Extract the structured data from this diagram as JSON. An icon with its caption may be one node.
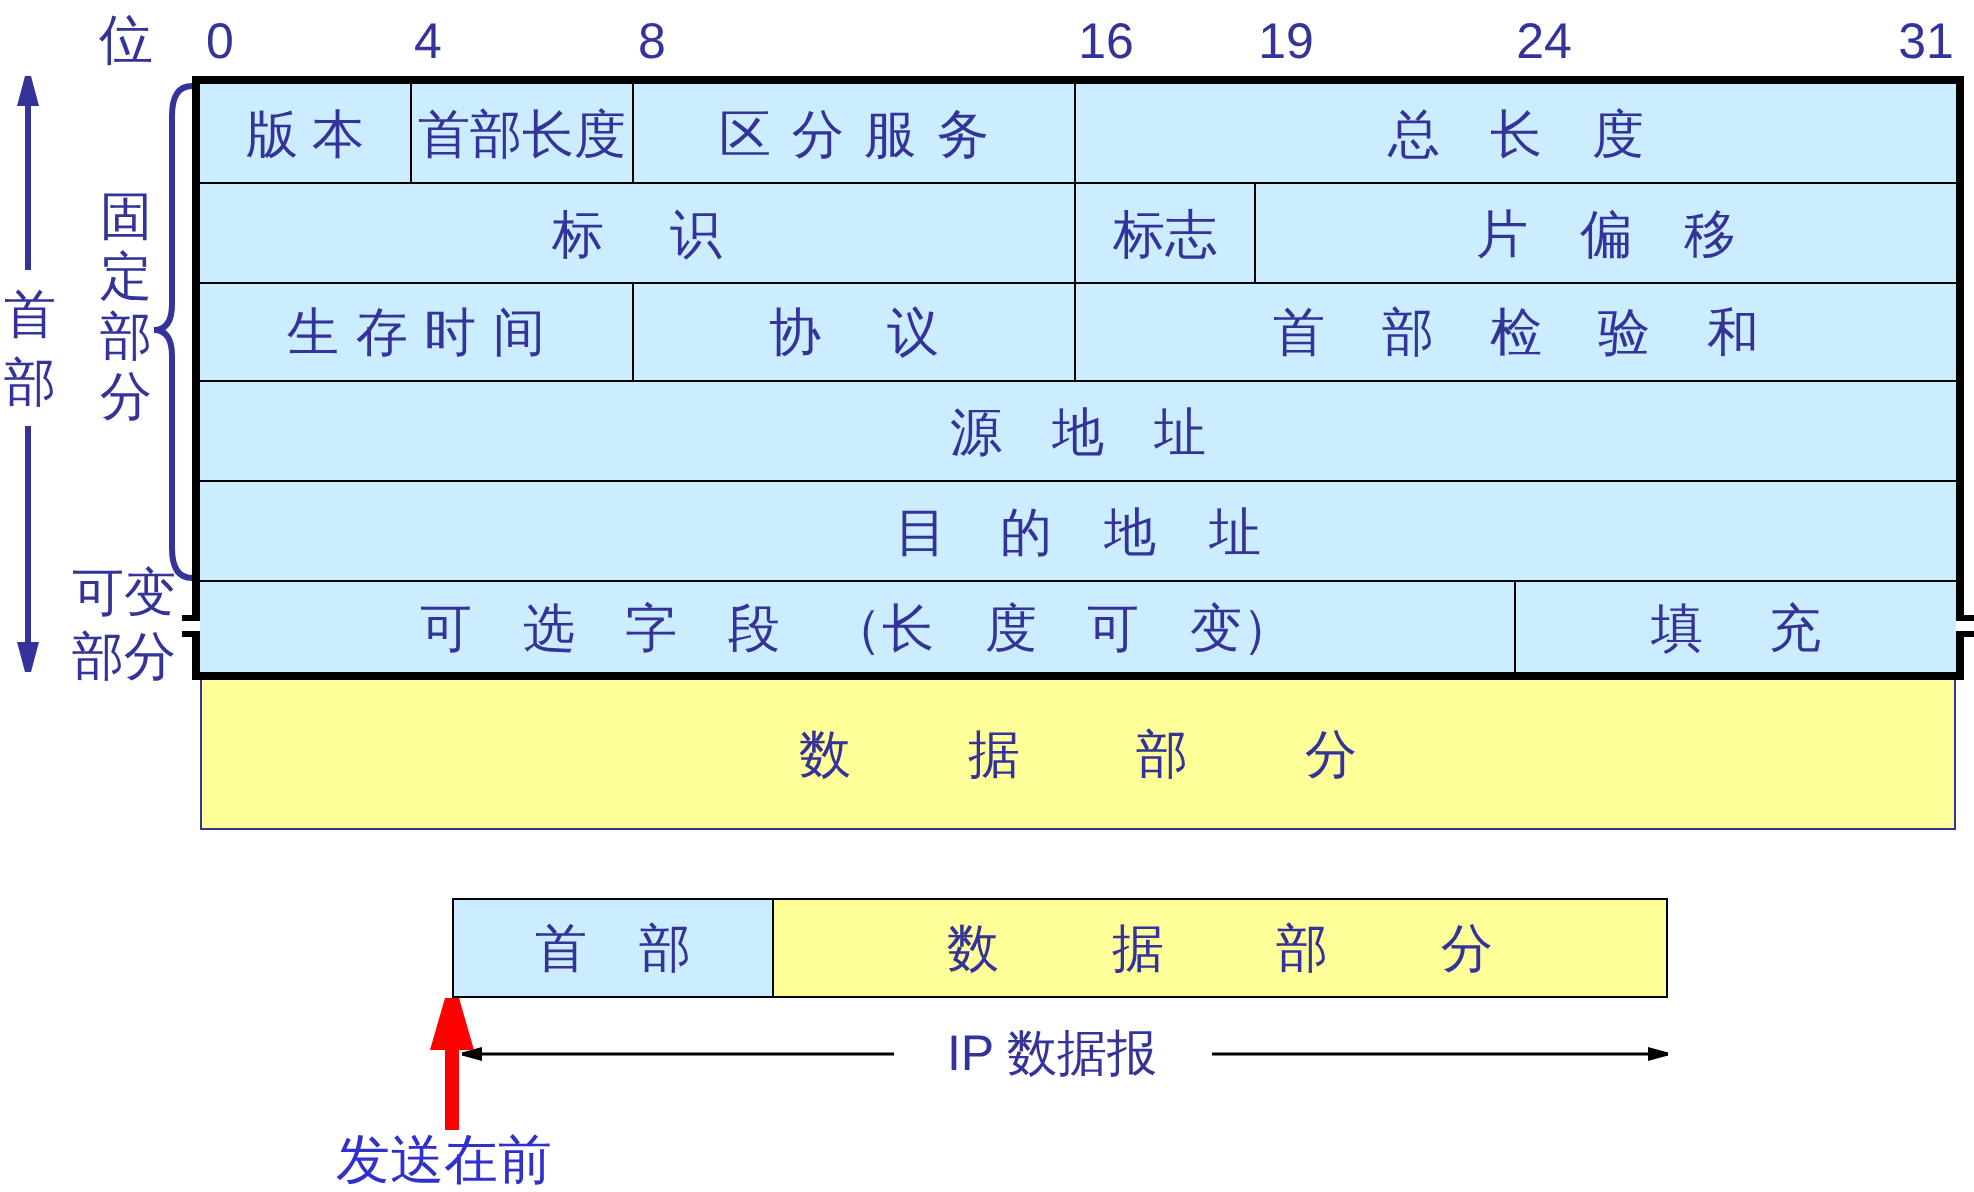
{
  "diagram": {
    "nodes": [
      {
        "text": [
          "版 本"
        ]
      },
      {
        "text": [
          "首部长度"
        ]
      },
      {
        "text": [
          "区 分 服 务"
        ]
      },
      {
        "text": [
          "总 长 度"
        ]
      },
      {
        "text": [
          "标 识"
        ]
      },
      {
        "text": [
          "标志"
        ]
      },
      {
        "text": [
          "片 偏 移"
        ]
      },
      {
        "text": [
          "生 存 时 间"
        ]
      },
      {
        "text": [
          "协 议"
        ]
      },
      {
        "text": [
          "首 部 检 验 和"
        ]
      },
      {
        "text": [
          "源 地 址"
        ]
      },
      {
        "text": [
          "目 的 地 址"
        ]
      },
      {
        "text": [
          "可 选 字 段 （长 度 可 变）"
        ]
      },
      {
        "text": [
          "填 充"
        ]
      },
      {
        "text": [
          "数 据 部 分"
        ]
      },
      {
        "text": [
          "首 部"
        ]
      },
      {
        "text": [
          "数 据 部 分"
        ]
      },
      {
        "text": [
          "发送在前"
        ]
      }
    ],
    "edges": [
      {
        "from": 17,
        "to": 15,
        "arrow": "to",
        "color": "#ff0000"
      }
    ],
    "labels": [
      "位",
      "0",
      "4",
      "8",
      "16",
      "19",
      "24",
      "31",
      "首部",
      "固定部分",
      "可变部分",
      "IP 数据报"
    ]
  }
}
